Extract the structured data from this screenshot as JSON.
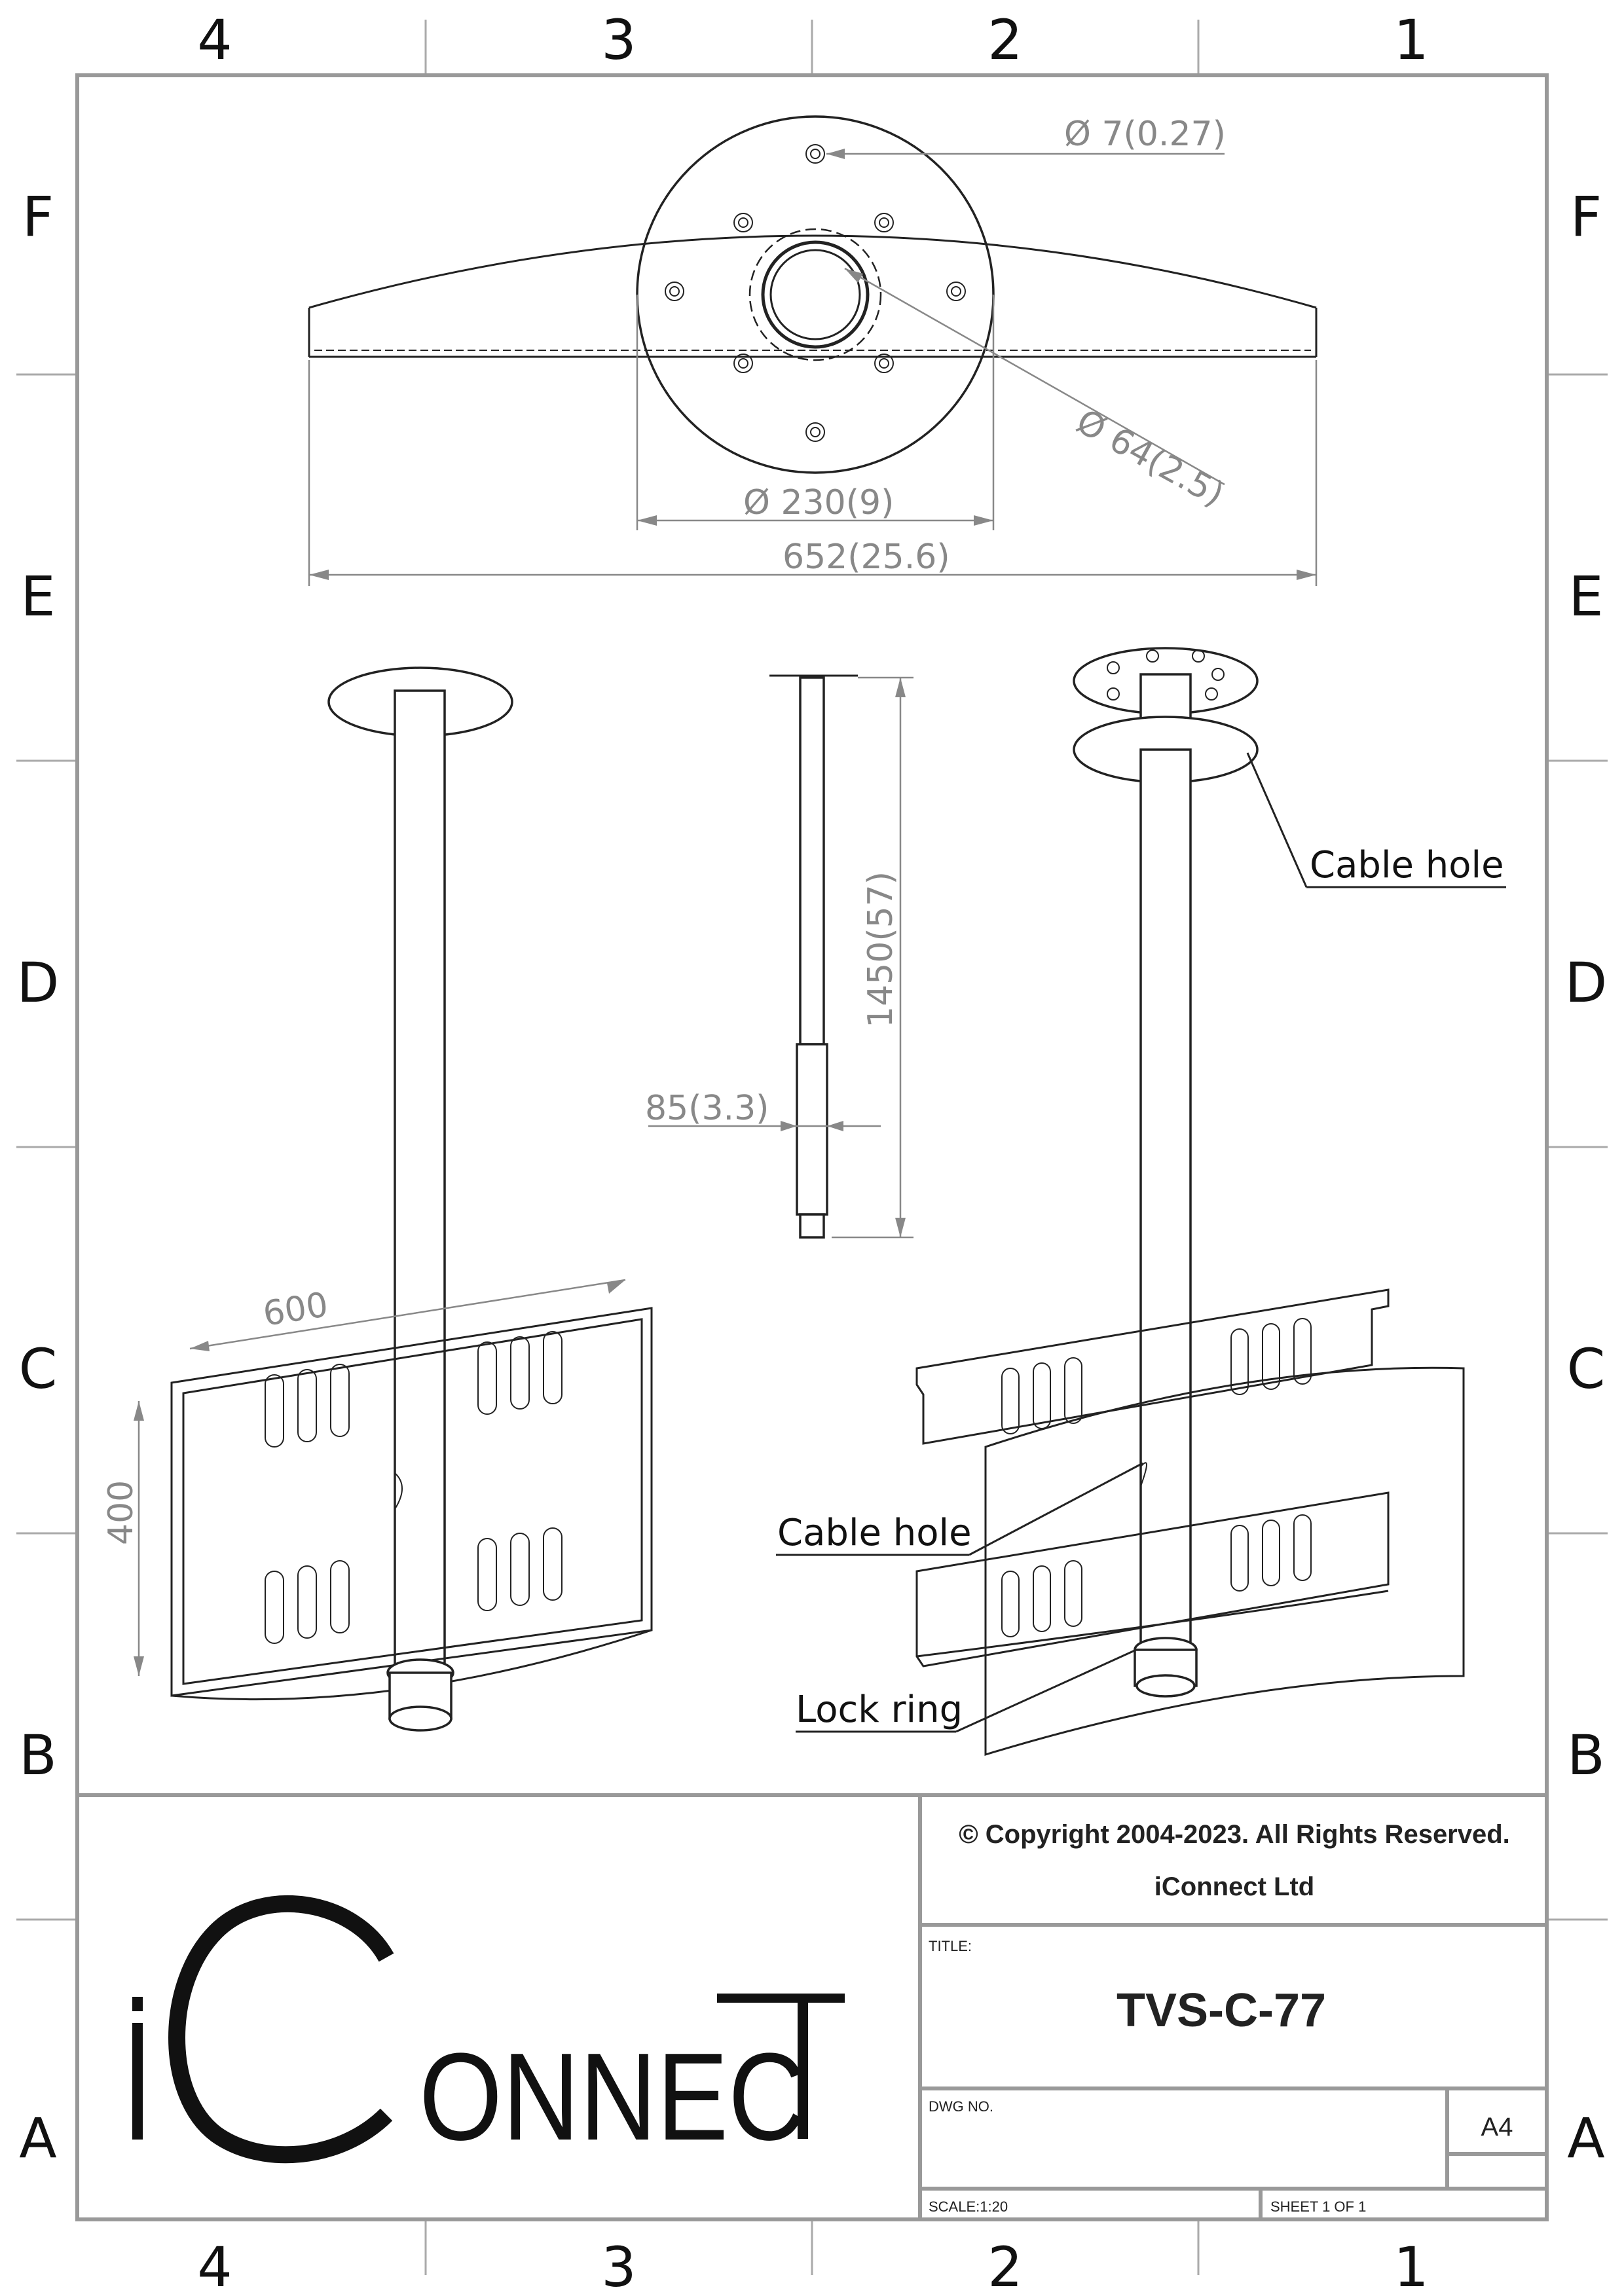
{
  "zones": {
    "columns": [
      "4",
      "3",
      "2",
      "1"
    ],
    "rows": [
      "F",
      "E",
      "D",
      "C",
      "B",
      "A"
    ]
  },
  "dimensions": {
    "hole_diameter": "Ø 7(0.27)",
    "pipe_diameter": "Ø 64(2.5)",
    "plate_diameter": "Ø 230(9)",
    "total_width": "652(25.6)",
    "height": "1450(57)",
    "tube_width": "85(3.3)",
    "vesa_horizontal": "600",
    "vesa_vertical": "400"
  },
  "callouts": {
    "cable_hole_top": "Cable hole",
    "cable_hole_mid": "Cable hole",
    "lock_ring": "Lock ring"
  },
  "title_block": {
    "copyright": "© Copyright 2004-2023. All Rights Reserved.",
    "company": "iConnect Ltd",
    "title_label": "TITLE:",
    "title": "TVS-C-77",
    "dwg_label": "DWG NO.",
    "size": "A4",
    "scale": "SCALE:1:20",
    "sheet": "SHEET 1 OF 1",
    "logo_text": "iConnect"
  }
}
